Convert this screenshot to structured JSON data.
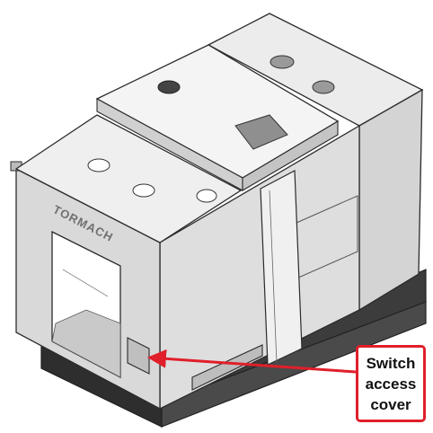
{
  "callout": {
    "lines": [
      "Switch",
      "access",
      "cover"
    ],
    "color": "#e01f2a"
  },
  "enclosure": {
    "brand": "TORMACH",
    "body_color": "#e2e2e2",
    "shadow_color": "#9c9c9c",
    "base_color": "#404040",
    "outline_color": "#2b2b2b"
  }
}
